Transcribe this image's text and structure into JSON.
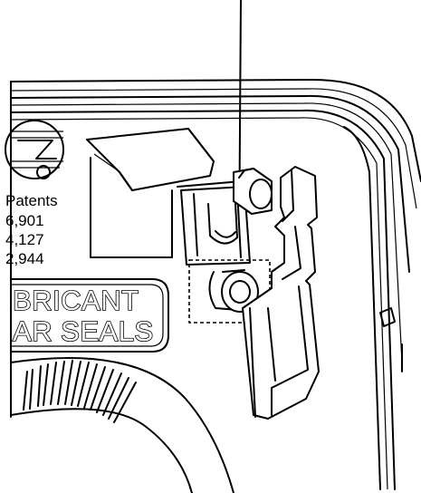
{
  "patents": {
    "heading": "Patents",
    "numbers": [
      "6,901",
      "4,127",
      "2,944"
    ]
  },
  "label_lines": [
    "BRICANT",
    "AR SEALS"
  ],
  "colors": {
    "line": "#000000",
    "background": "#ffffff"
  }
}
